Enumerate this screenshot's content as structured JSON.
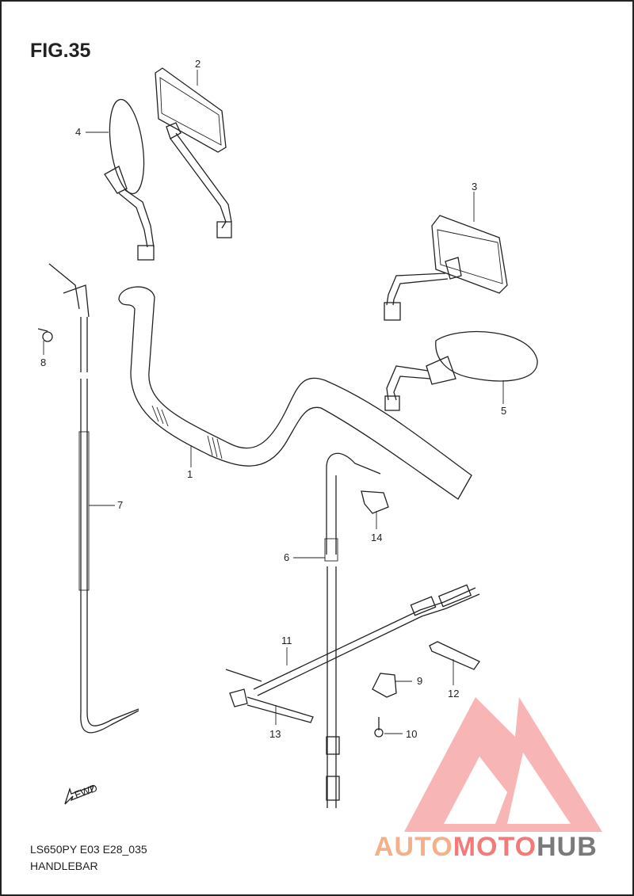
{
  "figure": {
    "title": "FIG.35",
    "model_code": "LS650PY E03 E28_035",
    "section_name": "HANDLEBAR",
    "fwd_mark": "FWD"
  },
  "callouts": [
    {
      "id": "1",
      "label": "1"
    },
    {
      "id": "2",
      "label": "2"
    },
    {
      "id": "3",
      "label": "3"
    },
    {
      "id": "4",
      "label": "4"
    },
    {
      "id": "5",
      "label": "5"
    },
    {
      "id": "6",
      "label": "6"
    },
    {
      "id": "7",
      "label": "7"
    },
    {
      "id": "8",
      "label": "8"
    },
    {
      "id": "9",
      "label": "9"
    },
    {
      "id": "10",
      "label": "10"
    },
    {
      "id": "11",
      "label": "11"
    },
    {
      "id": "12",
      "label": "12"
    },
    {
      "id": "13",
      "label": "13"
    },
    {
      "id": "14",
      "label": "14"
    }
  ],
  "watermark": {
    "text_part1": "AUTO",
    "text_part2": "MOTO",
    "text_part3": "HUB",
    "color_orange": "#f5b08a",
    "color_red": "#f47a7a",
    "color_gray": "#7a7a7a"
  }
}
